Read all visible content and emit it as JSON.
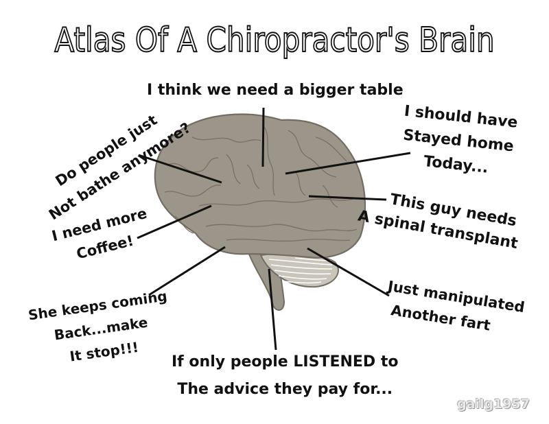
{
  "title": "Atlas Of A Chiropractor's Brain",
  "labels": {
    "top": [
      "I think we need a bigger table"
    ],
    "upper_left": [
      "Do people just",
      "Not bathe anymore?"
    ],
    "upper_right": [
      "I should have",
      "Stayed home",
      "Today..."
    ],
    "middle_right": [
      "This guy needs",
      "A spinal transplant"
    ],
    "middle_left": [
      "I need more",
      "Coffee!"
    ],
    "lower_left": [
      "She keeps coming",
      "Back...make",
      "It stop!!!"
    ],
    "bottom": [
      "If only people LISTENED to",
      "The advice they pay for..."
    ],
    "lower_right": [
      "Just manipulated",
      "Another fart"
    ]
  },
  "watermark": "gailg1957",
  "colors": {
    "brain_fill": "#9c968a",
    "brain_stroke": "#726c61",
    "leader_line": "#111111",
    "text": "#111111"
  }
}
